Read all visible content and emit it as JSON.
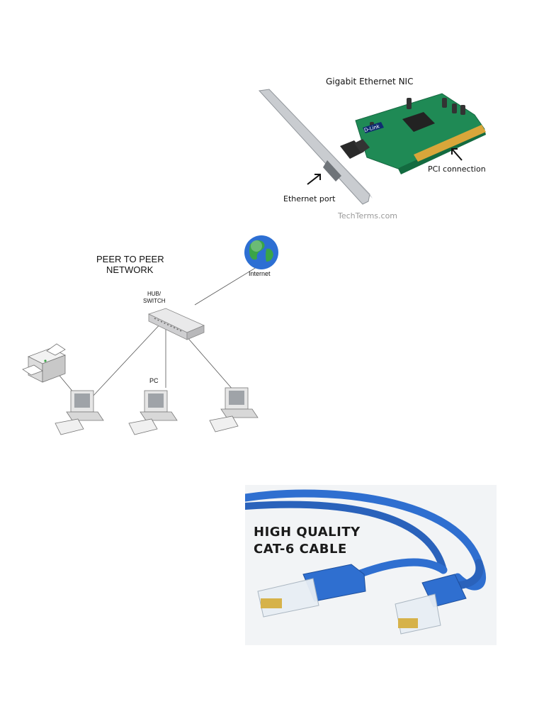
{
  "nic": {
    "title": "Gigabit Ethernet NIC",
    "label_pci": "PCI connection",
    "label_ethernet": "Ethernet port",
    "credit": "TechTerms.com",
    "board_brand": "D-Link"
  },
  "network": {
    "title_line1": "PEER TO PEER",
    "title_line2": "NETWORK",
    "hub_line1": "HUB/",
    "hub_line2": "SWITCH",
    "internet_label": "Internet",
    "pc_label": "PC"
  },
  "cable": {
    "caption_line1": "HIGH QUALITY",
    "caption_line2": "CAT-6 CABLE",
    "cable_color": "#2f6fd0"
  }
}
